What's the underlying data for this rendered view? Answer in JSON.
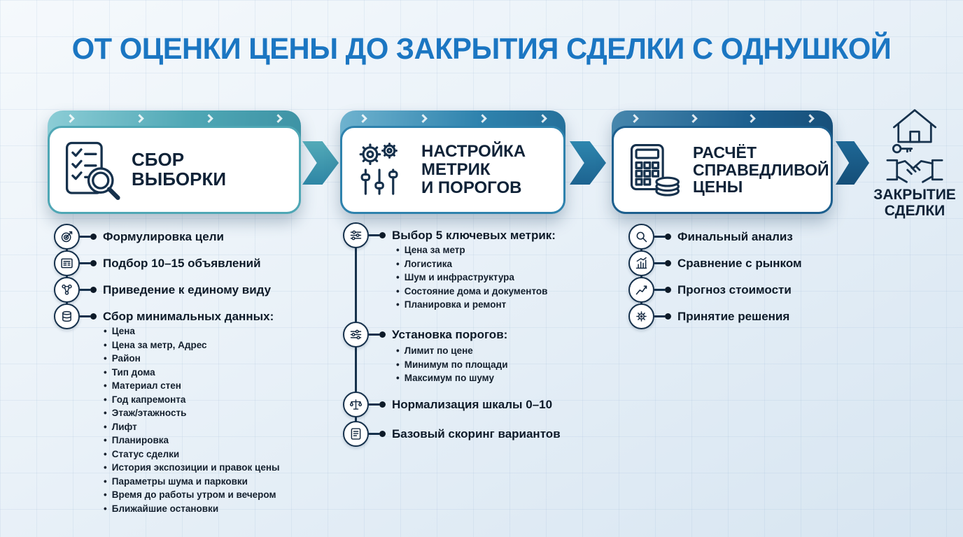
{
  "title": "ОТ ОЦЕНКИ ЦЕНЫ ДО ЗАКРЫТИЯ СДЕЛКИ С ОДНУШКОЙ",
  "stages": [
    {
      "title": "СБОР\nВЫБОРКИ",
      "icon": "checklist-magnifier-icon",
      "accent": "#4fa7b5"
    },
    {
      "title": "НАСТРОЙКА\nМЕТРИК\nИ ПОРОГОВ",
      "icon": "gears-sliders-icon",
      "accent": "#2e82ad"
    },
    {
      "title": "РАСЧЁТ\nСПРАВЕДЛИВОЙ\nЦЕНЫ",
      "icon": "calculator-coins-icon",
      "accent": "#1d5f8e"
    }
  ],
  "final": {
    "title": "ЗАКРЫТИЕ\nСДЕЛКИ",
    "icons": [
      "house-key-icon",
      "handshake-icon"
    ]
  },
  "columns": [
    {
      "items": [
        {
          "icon": "goal-target-icon",
          "label": "Формулировка цели"
        },
        {
          "icon": "listings-icon",
          "label": "Подбор 10–15 объявлений"
        },
        {
          "icon": "unify-icon",
          "label": "Приведение к единому виду"
        },
        {
          "icon": "database-icon",
          "label": "Сбор минимальных данных:",
          "sub": [
            "Цена",
            "Цена за метр, Адрес",
            "Район",
            "Тип дома",
            "Материал стен",
            "Год капремонта",
            "Этаж/этажность",
            "Лифт",
            "Планировка",
            "Статус сделки",
            "История экспозиции и правок цены",
            "Параметры шума и парковки",
            "Время до работы утром и вечером",
            "Ближайшие остановки"
          ]
        }
      ]
    },
    {
      "items": [
        {
          "icon": "metric-sliders-icon",
          "label": "Выбор 5 ключевых метрик:",
          "sub": [
            "Цена за метр",
            "Логистика",
            "Шум и инфраструктура",
            "Состояние дома и документов",
            "Планировка и ремонт"
          ]
        },
        {
          "icon": "threshold-sliders-icon",
          "label": "Установка порогов:",
          "sub": [
            "Лимит по цене",
            "Минимум по площади",
            "Максимум по шуму"
          ]
        },
        {
          "icon": "balance-scale-icon",
          "label": "Нормализация шкалы 0–10"
        },
        {
          "icon": "scoring-list-icon",
          "label": "Базовый скоринг вариантов"
        }
      ]
    },
    {
      "items": [
        {
          "icon": "search-icon",
          "label": "Финальный анализ"
        },
        {
          "icon": "market-chart-icon",
          "label": "Сравнение с рынком"
        },
        {
          "icon": "forecast-chart-icon",
          "label": "Прогноз стоимости"
        },
        {
          "icon": "decision-gear-icon",
          "label": "Принятие решения"
        }
      ]
    }
  ],
  "colors": {
    "title": "#1b76c2",
    "text": "#0d1a28",
    "stage1": "#4fa7b5",
    "stage2": "#2e82ad",
    "stage3": "#1d5f8e"
  }
}
